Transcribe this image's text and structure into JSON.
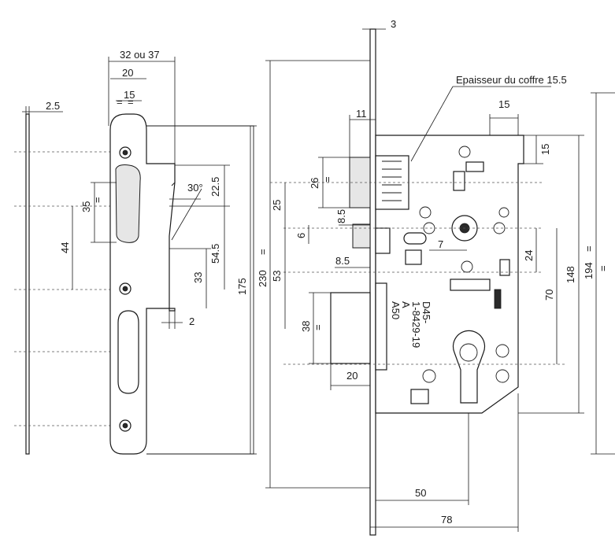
{
  "colors": {
    "ink": "#1a1a1a",
    "paper": "#ffffff",
    "hidden_line": "#555555"
  },
  "faceplate": {
    "dim_thickness": "2.5"
  },
  "strike_plate": {
    "dim_width_total": "32 ou 37",
    "dim_width_inner": "20",
    "dim_width_slot": "15",
    "dim_to_latch": "35",
    "dim_between_holes": "44",
    "dim_angle": "30°",
    "dim_latch_top": "22.5",
    "dim_latch_depth": "54.5",
    "dim_bolt": "33",
    "dim_offset": "2",
    "dim_height": "175",
    "equal_mark": "="
  },
  "lock_body": {
    "dim_forend_thickness": "3",
    "dim_total_height": "230",
    "dim_latch_projection": "11",
    "dim_latch_height": "26",
    "dim_to_latch_axis": "25",
    "dim_latch_gap": "8.5",
    "dim_small": "6",
    "dim_to_deadbolt": "53",
    "dim_deadbolt_gap": "8.5",
    "dim_deadbolt_height": "38",
    "dim_deadbolt_projection": "20",
    "dim_backset": "50",
    "dim_case_depth": "78",
    "case_thickness_label": "Epaisseur du coffre 15.5",
    "dim_top_width": "15",
    "dim_top_offset": "15",
    "dim_follower_offset": "7",
    "dim_to_spindle": "24",
    "dim_spindle_to_cylinder": "70",
    "dim_case_height_148": "148",
    "dim_case_height_194": "194",
    "marking_line_1": "D45-",
    "marking_line_2": "1-8429-19",
    "marking_line_3": "A",
    "marking_line_4": "A50",
    "equal_mark": "="
  }
}
